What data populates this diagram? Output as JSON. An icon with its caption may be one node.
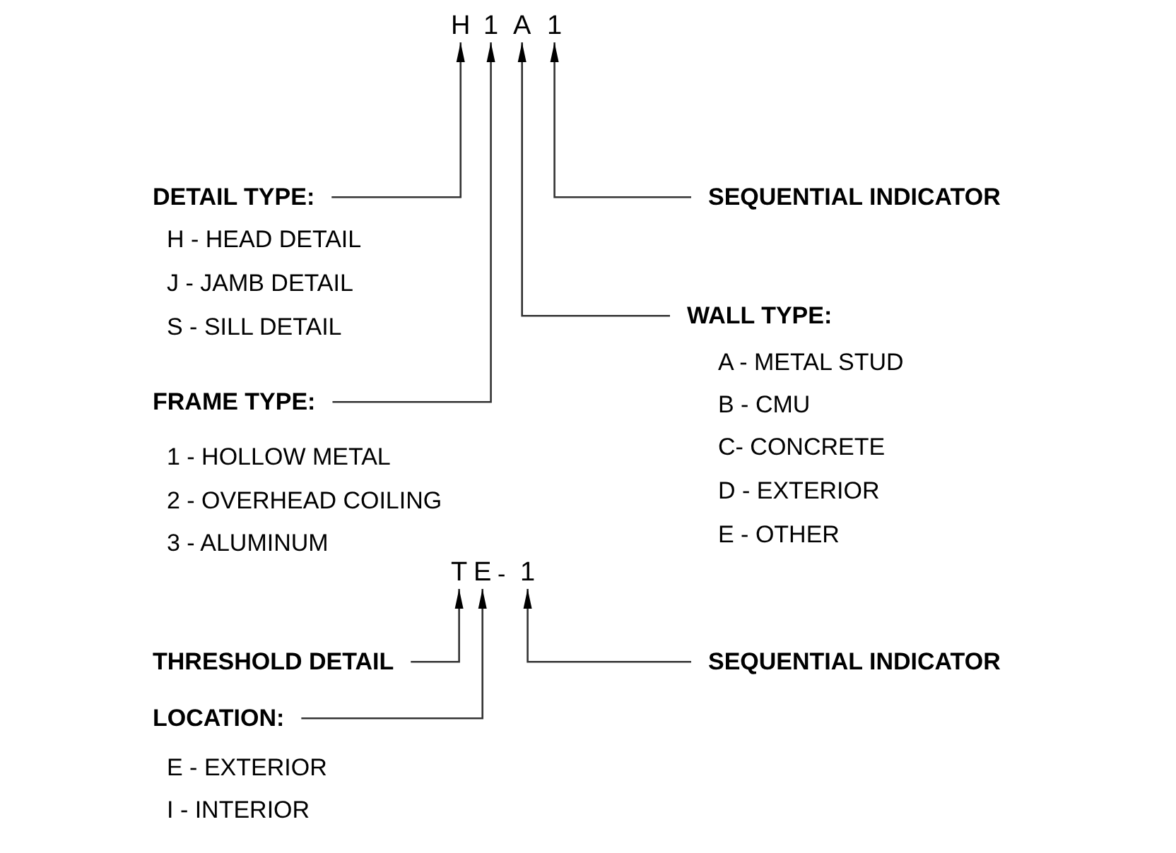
{
  "diagram": {
    "nodes": [
      {
        "text": [
          "H"
        ]
      },
      {
        "text": [
          "1"
        ]
      },
      {
        "text": [
          "A"
        ]
      },
      {
        "text": [
          "1"
        ]
      },
      {
        "text": [
          "DETAIL TYPE:"
        ]
      },
      {
        "text": [
          "SEQUENTIAL INDICATOR"
        ]
      },
      {
        "text": [
          "WALL TYPE:"
        ]
      },
      {
        "text": [
          "FRAME TYPE:"
        ]
      },
      {
        "text": [
          "T"
        ]
      },
      {
        "text": [
          "E"
        ]
      },
      {
        "text": [
          "1"
        ]
      },
      {
        "text": [
          "THRESHOLD DETAIL"
        ]
      },
      {
        "text": [
          "SEQUENTIAL INDICATOR"
        ]
      },
      {
        "text": [
          "LOCATION:"
        ]
      }
    ],
    "edges": [
      {
        "from": 4,
        "to": 0,
        "arrow": "to"
      },
      {
        "from": 5,
        "to": 3,
        "arrow": "to"
      },
      {
        "from": 6,
        "to": 2,
        "arrow": "to"
      },
      {
        "from": 7,
        "to": 1,
        "arrow": "to"
      },
      {
        "from": 11,
        "to": 8,
        "arrow": "to"
      },
      {
        "from": 12,
        "to": 10,
        "arrow": "to"
      },
      {
        "from": 13,
        "to": 9,
        "arrow": "to"
      }
    ],
    "labels": [
      "H - HEAD DETAIL",
      "J - JAMB DETAIL",
      "S - SILL DETAIL",
      "A - METAL STUD",
      "B - CMU",
      "C- CONCRETE",
      "D - EXTERIOR",
      "E - OTHER",
      "1 - HOLLOW METAL",
      "2 - OVERHEAD COILING",
      "3 - ALUMINUM",
      "-",
      "E - EXTERIOR",
      "I - INTERIOR"
    ]
  }
}
